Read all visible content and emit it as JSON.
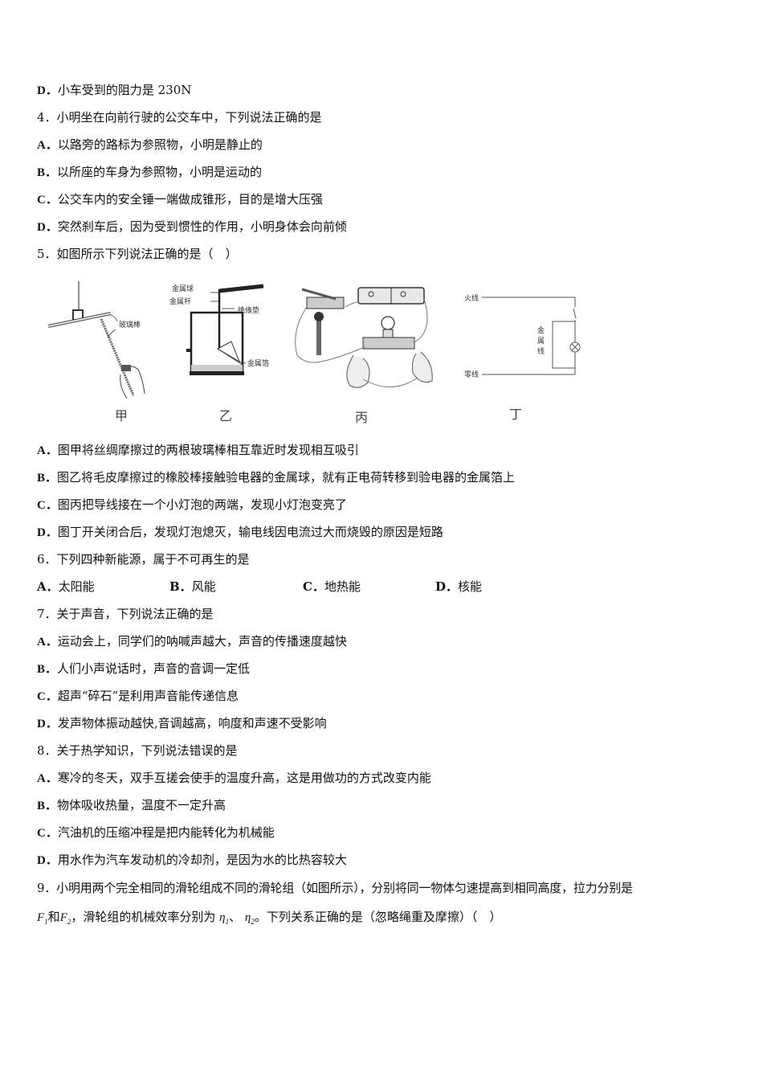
{
  "page": {
    "lines": [
      {
        "prefix": "D．",
        "text": "小车受到的阻力是 230N"
      },
      {
        "prefix": "4．",
        "text": "小明坐在向前行驶的公交车中，下列说法正确的是"
      },
      {
        "prefix": "A．",
        "text": "以路旁的路标为参照物，小明是静止的"
      },
      {
        "prefix": "B．",
        "text": "以所座的车身为参照物，小明是运动的"
      },
      {
        "prefix": "C．",
        "text": "公交车内的安全锤一端做成锥形，目的是增大压强"
      },
      {
        "prefix": "D．",
        "text": "突然刹车后，因为受到惯性的作用，小明身体会向前倾"
      },
      {
        "prefix": "5．",
        "text": "如图所示下列说法正确的是（　）"
      }
    ],
    "q5_options": [
      {
        "prefix": "A．",
        "text": "图甲将丝绸摩擦过的两根玻璃棒相互靠近时发现相互吸引"
      },
      {
        "prefix": "B．",
        "text": "图乙将毛皮摩擦过的橡胶棒接触验电器的金属球，就有正电荷转移到验电器的金属箔上"
      },
      {
        "prefix": "C．",
        "text": "图丙把导线接在一个小灯泡的两端，发现小灯泡变亮了"
      },
      {
        "prefix": "D．",
        "text": "图丁开关闭合后，发现灯泡熄灭，输电线因电流过大而烧毁的原因是短路"
      }
    ],
    "q6": {
      "stem": {
        "prefix": "6．",
        "text": "下列四种新能源，属于不可再生的是"
      },
      "options": [
        {
          "prefix": "A．",
          "text": "太阳能"
        },
        {
          "prefix": "B．",
          "text": "风能"
        },
        {
          "prefix": "C．",
          "text": "地热能"
        },
        {
          "prefix": "D．",
          "text": "核能"
        }
      ]
    },
    "q7": {
      "stem": {
        "prefix": "7．",
        "text": "关于声音，下列说法正确的是"
      },
      "options": [
        {
          "prefix": "A．",
          "text": "运动会上，同学们的呐喊声越大，声音的传播速度越快"
        },
        {
          "prefix": "B．",
          "text": "人们小声说话时，声音的音调一定低"
        },
        {
          "prefix": "C．",
          "text": "超声“碎石”是利用声音能传递信息"
        },
        {
          "prefix": "D．",
          "text": "发声物体振动越快,音调越高，响度和声速不受影响"
        }
      ]
    },
    "q8": {
      "stem": {
        "prefix": "8．",
        "text": "关于热学知识，下列说法错误的是"
      },
      "options": [
        {
          "prefix": "A．",
          "text": "寒冷的冬天，双手互搓会使手的温度升高，这是用做功的方式改变内能"
        },
        {
          "prefix": "B．",
          "text": "物体吸收热量，温度不一定升高"
        },
        {
          "prefix": "C．",
          "text": "汽油机的压缩冲程是把内能转化为机械能"
        },
        {
          "prefix": "D．",
          "text": "用水作为汽车发动机的冷却剂，是因为水的比热容较大"
        }
      ]
    },
    "q9": {
      "prefix": "9．",
      "line1": "小明用两个完全相同的滑轮组成不同的滑轮组（如图所示），分别将同一物体匀速提高到相同高度，拉力分别是",
      "F1": "F",
      "F1_sub": "1",
      "and": "和",
      "F2": "F",
      "F2_sub": "2",
      "line2_mid": "，滑轮组的机械效率分别为",
      "eta1": "η",
      "eta1_sub": "1",
      "sep": "、",
      "eta2": "η",
      "eta2_sub": "2",
      "line2_end": "。下列关系正确的是（忽略绳重及摩擦）（　）"
    },
    "figure": {
      "captions": [
        "甲",
        "乙",
        "丙",
        "丁"
      ],
      "jia_labels": [
        "玻璃棒"
      ],
      "yi_labels": [
        "金属球",
        "金属杆",
        "绝缘垫",
        "金属箔"
      ],
      "ding_labels": [
        "火线",
        "零线",
        "金",
        "属",
        "线"
      ]
    }
  }
}
